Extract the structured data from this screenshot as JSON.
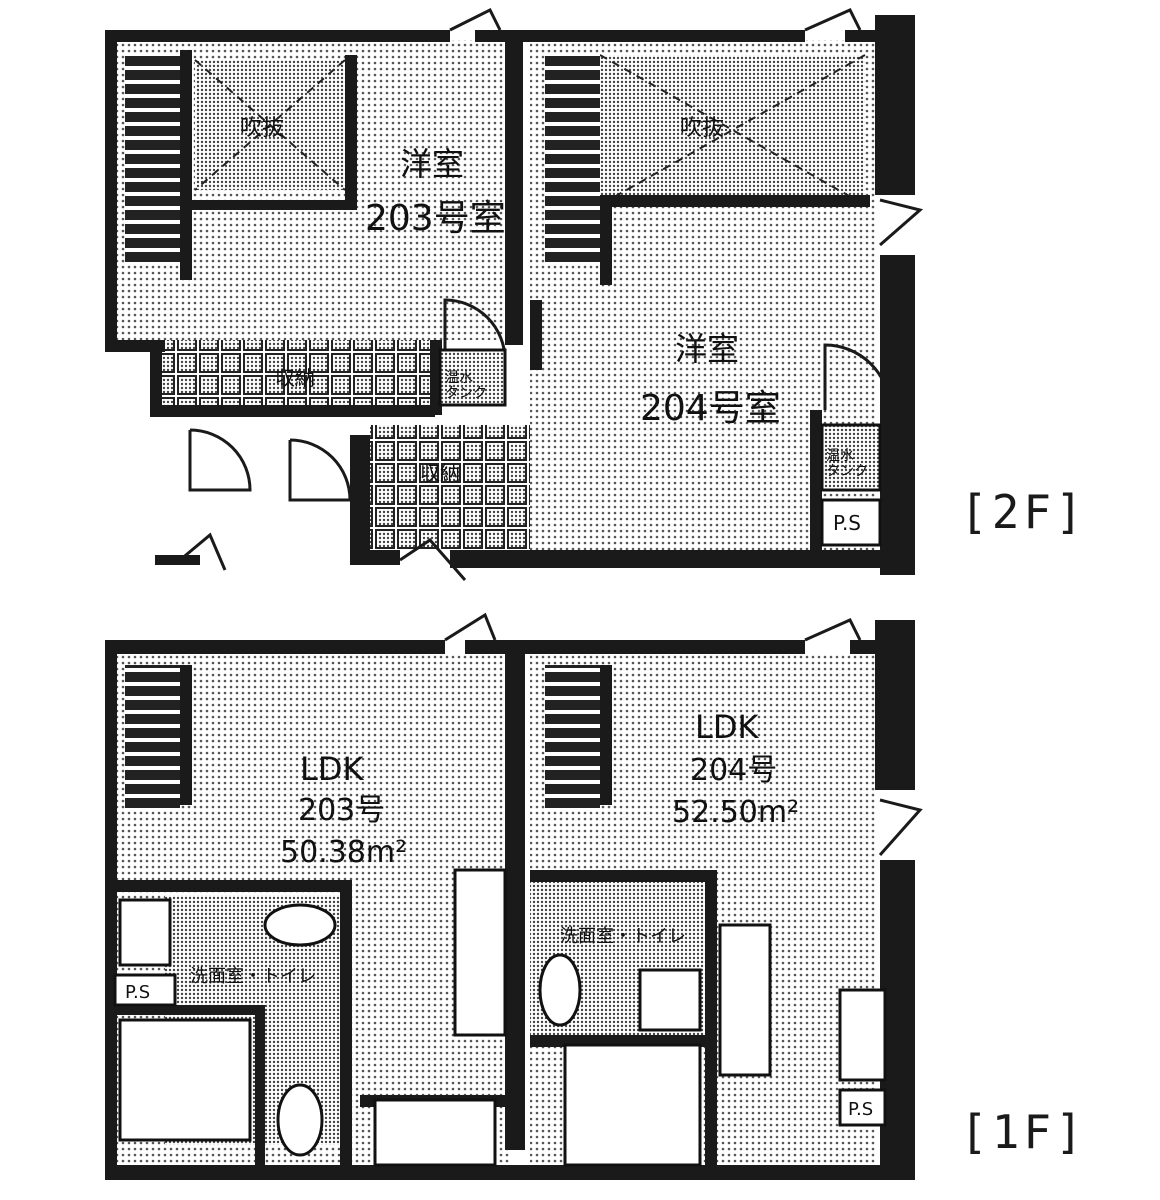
{
  "floors": {
    "second": {
      "label": "[2F]",
      "void_label_1": "吹抜",
      "void_label_2": "吹抜",
      "room_203_type": "洋室",
      "room_203_name": "203号室",
      "room_204_type": "洋室",
      "room_204_name": "204号室",
      "corridor_label": "収納",
      "closet_label": "収納",
      "water_heater_label_1": "温水\nタンク",
      "water_heater_label_2": "温水\nタンク",
      "ps_label": "P.S"
    },
    "first": {
      "label": "[1F]",
      "ldk_203_title": "LDK",
      "ldk_203_unit": "203号",
      "ldk_203_area": "50.38m²",
      "ldk_204_title": "LDK",
      "ldk_204_unit": "204号",
      "ldk_204_area": "52.50m²",
      "bath_203_label": "洗面室・トイレ",
      "bath_204_label": "洗面室・トイレ",
      "ps_label_left": "P.S",
      "ps_label_right": "P.S"
    }
  }
}
